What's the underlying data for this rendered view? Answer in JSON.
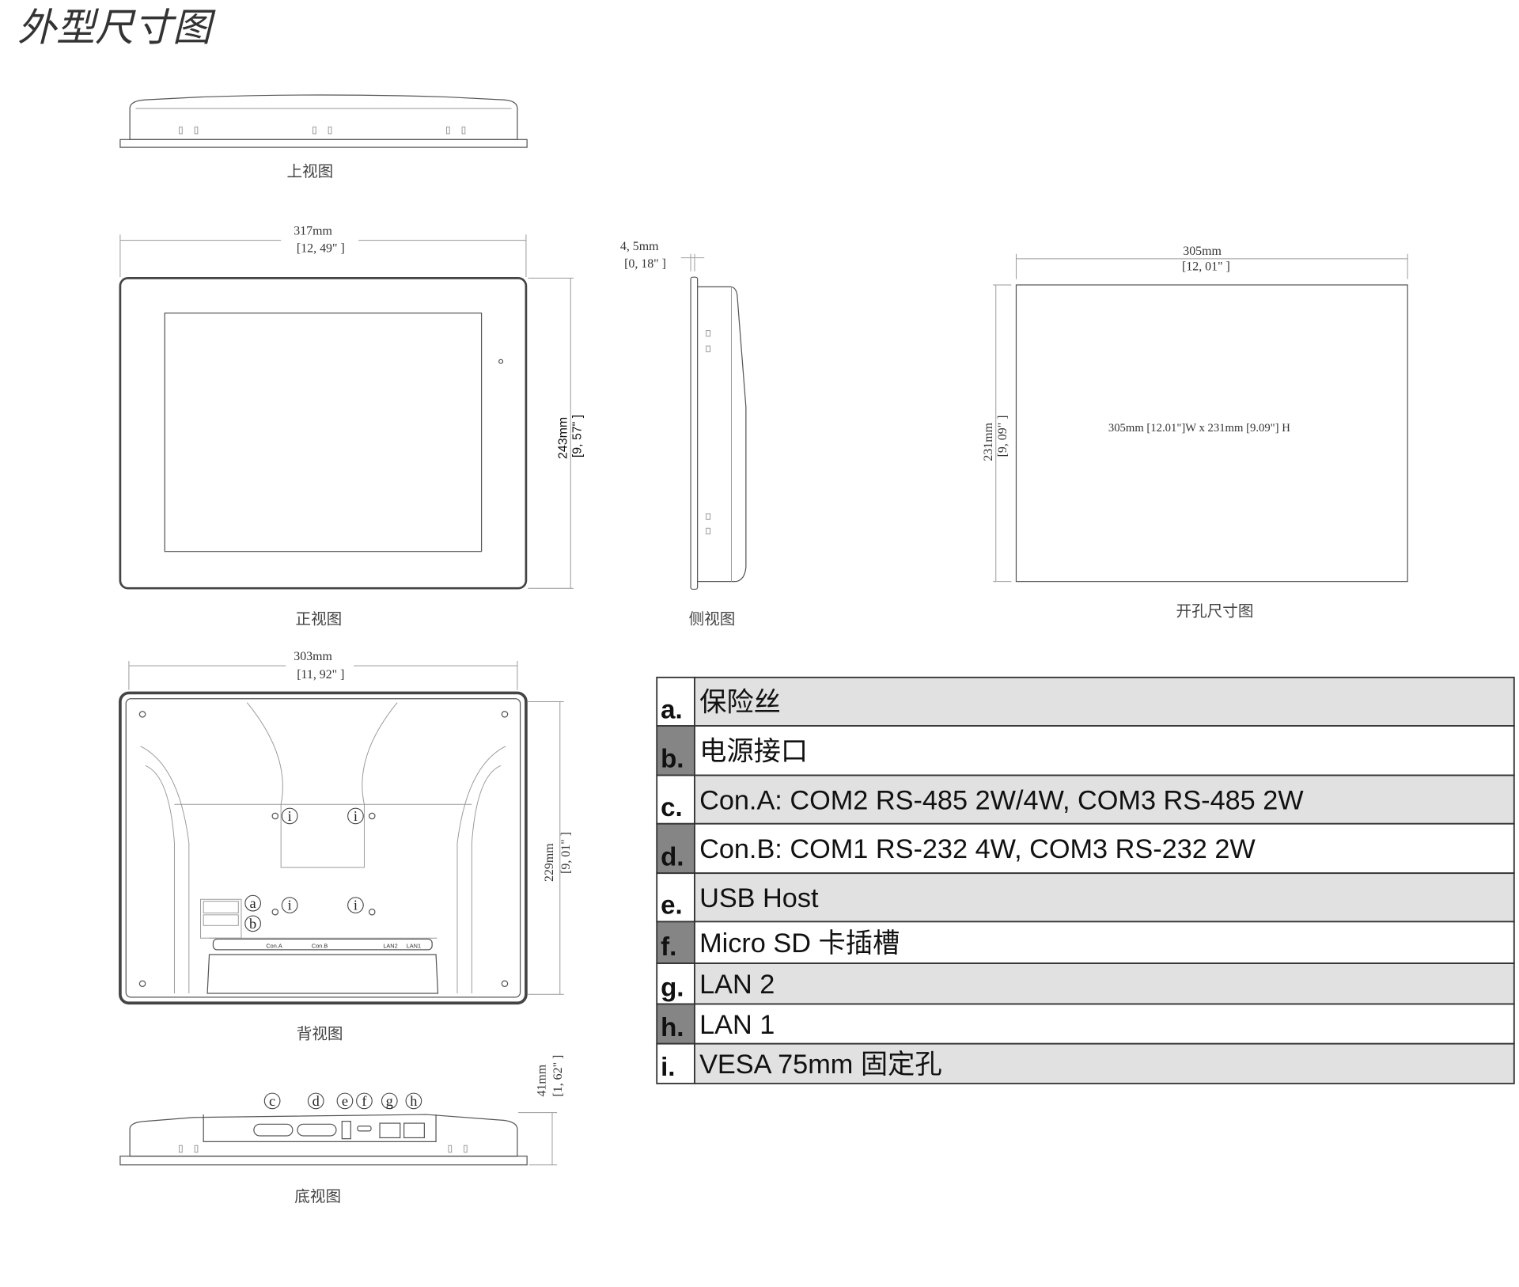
{
  "title": "外型尺寸图",
  "views": {
    "top": {
      "caption": "上视图"
    },
    "front": {
      "caption": "正视图",
      "width_mm": "317mm",
      "width_in": "[12, 49\" ]",
      "height_mm": "243mm",
      "height_in": "[9, 57\" ]"
    },
    "side": {
      "caption": "侧视图",
      "depth_mm": "4, 5mm",
      "depth_in": "[0, 18\" ]"
    },
    "cutout": {
      "caption": "开孔尺寸图",
      "width_mm": "305mm",
      "width_in": "[12, 01\" ]",
      "height_mm": "231mm",
      "height_in": "[9, 09\" ]",
      "note": "305mm [12.01\"]W x 231mm [9.09\"] H"
    },
    "back": {
      "caption": "背视图",
      "width_mm": "303mm",
      "width_in": "[11, 92\" ]",
      "height_mm": "229mm",
      "height_in": "[9, 01\" ]",
      "port_labels": [
        "Con.A",
        "Con.B",
        "LAN2",
        "LAN1"
      ],
      "markers": [
        "a",
        "b",
        "i"
      ]
    },
    "bottom": {
      "caption": "底视图",
      "height_mm": "41mm",
      "height_in": "[1, 62\" ]",
      "markers": [
        "c",
        "d",
        "e",
        "f",
        "g",
        "h"
      ]
    }
  },
  "legend": [
    {
      "key": "a.",
      "text": "保险丝"
    },
    {
      "key": "b.",
      "text": "电源接口"
    },
    {
      "key": "c.",
      "text": "Con.A: COM2 RS-485 2W/4W, COM3 RS-485 2W"
    },
    {
      "key": "d.",
      "text": "Con.B: COM1 RS-232 4W, COM3 RS-232 2W"
    },
    {
      "key": "e.",
      "text": "USB Host"
    },
    {
      "key": "f.",
      "text": "Micro SD 卡插槽"
    },
    {
      "key": "g.",
      "text": "LAN 2"
    },
    {
      "key": "h.",
      "text": "LAN 1"
    },
    {
      "key": "i.",
      "text": "VESA 75mm 固定孔"
    }
  ],
  "colors": {
    "row_shade": "#e1e1e1",
    "key_dark": "#858585",
    "line": "#555555"
  }
}
